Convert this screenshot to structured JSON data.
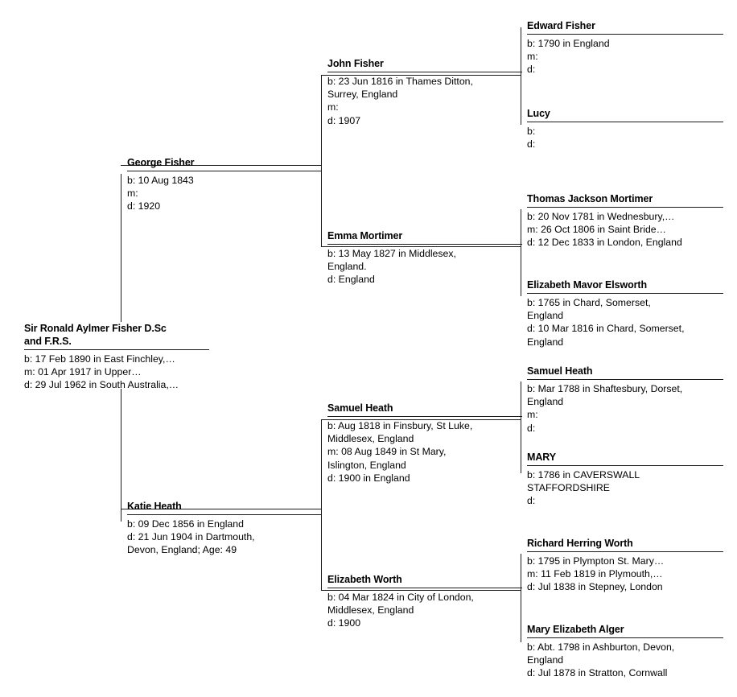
{
  "diagram": {
    "type": "ancestor-family-tree",
    "generations": 4,
    "line_color": "#1a1a1a",
    "background": "#ffffff"
  },
  "labels": {
    "birth_prefix": "b:",
    "marriage_prefix": "m:",
    "death_prefix": "d:"
  },
  "people": {
    "root": {
      "name": "Sir Ronald Aylmer Fisher D.Sc\nand F.R.S.",
      "birth": "b: 17 Feb 1890 in East Finchley,…",
      "marriage": "m: 01 Apr 1917 in Upper…",
      "death": "d: 29 Jul 1962 in South Australia,…"
    },
    "father": {
      "name": "George Fisher",
      "birth": "b: 10 Aug 1843",
      "marriage": "m:",
      "death": "d: 1920"
    },
    "mother": {
      "name": "Katie Heath",
      "birth": "b: 09 Dec 1856 in England",
      "death": "d: 21 Jun 1904 in Dartmouth,\nDevon, England; Age: 49"
    },
    "paternal_grandfather": {
      "name": "John Fisher",
      "birth": "b: 23 Jun 1816 in Thames Ditton,\nSurrey, England",
      "marriage": "m:",
      "death": "d: 1907"
    },
    "paternal_grandmother": {
      "name": "Emma Mortimer",
      "birth": "b: 13 May 1827 in Middlesex,\nEngland.",
      "death": "d: England"
    },
    "maternal_grandfather": {
      "name": "Samuel Heath",
      "birth": "b: Aug 1818 in Finsbury, St Luke,\nMiddlesex, England",
      "marriage": "m: 08 Aug 1849 in St Mary,\nIslington, England",
      "death": "d: 1900 in England"
    },
    "maternal_grandmother": {
      "name": "Elizabeth Worth",
      "birth": "b: 04 Mar 1824 in City of London,\nMiddlesex, England",
      "death": "d: 1900"
    },
    "ggf_1": {
      "name": "Edward Fisher",
      "birth": "b: 1790 in England",
      "marriage": "m:",
      "death": "d:"
    },
    "ggm_1": {
      "name": "Lucy",
      "birth": "b:",
      "death": "d:"
    },
    "ggf_2": {
      "name": "Thomas Jackson Mortimer",
      "birth": "b: 20 Nov 1781 in Wednesbury,…",
      "marriage": "m: 26 Oct 1806 in Saint Bride…",
      "death": "d: 12 Dec 1833 in London, England"
    },
    "ggm_2": {
      "name": "Elizabeth Mavor Elsworth",
      "birth": "b: 1765 in Chard, Somerset,\nEngland",
      "death": "d: 10 Mar 1816 in Chard, Somerset,\nEngland"
    },
    "ggf_3": {
      "name": "Samuel Heath",
      "birth": "b: Mar 1788 in Shaftesbury, Dorset,\nEngland",
      "marriage": "m:",
      "death": "d:"
    },
    "ggm_3": {
      "name": "MARY",
      "birth": "b: 1786 in CAVERSWALL\nSTAFFORDSHIRE",
      "death": "d:"
    },
    "ggf_4": {
      "name": "Richard Herring Worth",
      "birth": "b: 1795 in Plympton St. Mary…",
      "marriage": "m: 11 Feb 1819 in Plymouth,…",
      "death": "d: Jul 1838 in Stepney, London"
    },
    "ggm_4": {
      "name": "Mary Elizabeth Alger",
      "birth": "b: Abt. 1798 in Ashburton, Devon,\nEngland",
      "death": "d: Jul 1878 in Stratton, Cornwall"
    }
  }
}
